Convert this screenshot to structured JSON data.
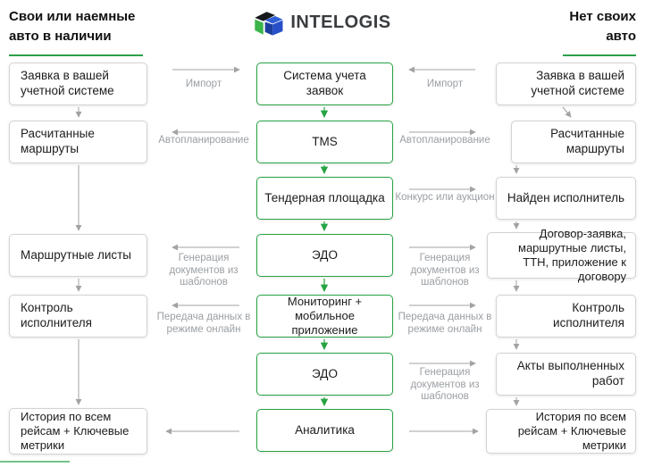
{
  "header": {
    "left_title": "Свои или наемные авто в наличии",
    "brand": "INTELOGIS",
    "right_title": "Нет своих авто"
  },
  "left_column": {
    "boxes": [
      "Заявка в вашей учетной системе",
      "Расчитанные маршруты",
      "Маршрутные листы",
      "Контроль исполнителя",
      "История по всем рейсам + Ключевые метрики"
    ]
  },
  "center_column": {
    "boxes": [
      "Система учета заявок",
      "TMS",
      "Тендерная площадка",
      "ЭДО",
      "Мониторинг + мобильное приложение",
      "ЭДО",
      "Аналитика"
    ]
  },
  "right_column": {
    "boxes": [
      "Заявка в вашей учетной системе",
      "Расчитанные маршруты",
      "Найден исполнитель",
      "Договор-заявка, маршрутные листы, ТТН, приложение к договору",
      "Контроль исполнителя",
      "Акты выполненных работ",
      "История по всем рейсам + Ключевые метрики"
    ]
  },
  "connectors": {
    "left": [
      "Импорт",
      "Автопланирование",
      "Генерация документов из шаблонов",
      "Передача данных в режиме онлайн"
    ],
    "right": [
      "Импорт",
      "Автопланирование",
      "Конкурс или аукцион",
      "Генерация документов из шаблонов",
      "Передача данных в режиме онлайн",
      "Генерация документов из шаблонов"
    ]
  },
  "colors": {
    "accent_green": "#27a343",
    "box_border_gray": "#d3d3d3",
    "arrow_gray": "#a3a3a3",
    "label_gray": "#9b9fa3",
    "logo_green": "#3bb54a",
    "logo_blue": "#2750c8",
    "logo_dark": "#15181c",
    "text_dark": "#1c1c1c"
  }
}
